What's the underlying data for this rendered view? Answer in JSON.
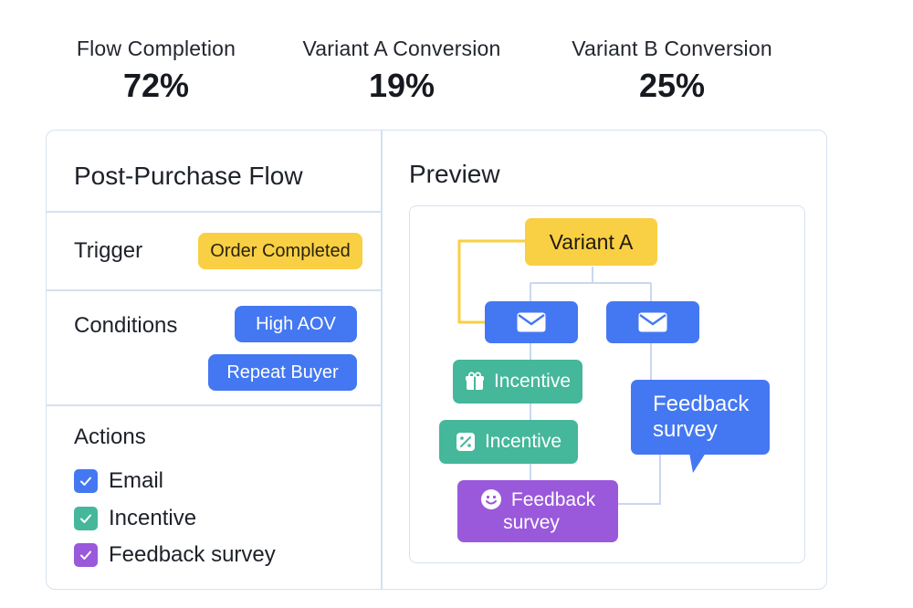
{
  "metrics": [
    {
      "label": "Flow Completion",
      "value": "72%"
    },
    {
      "label": "Variant A Conversion",
      "value": "19%"
    },
    {
      "label": "Variant B Conversion",
      "value": "25%"
    }
  ],
  "flow": {
    "title": "Post-Purchase Flow",
    "trigger": {
      "label": "Trigger",
      "chip": "Order Completed"
    },
    "conditions": {
      "label": "Conditions",
      "chips": [
        "High AOV",
        "Repeat Buyer"
      ]
    },
    "actions": {
      "label": "Actions",
      "items": [
        {
          "label": "Email",
          "color": "#4478f2",
          "checked": true
        },
        {
          "label": "Incentive",
          "color": "#45b79b",
          "checked": true
        },
        {
          "label": "Feedback survey",
          "color": "#9a58db",
          "checked": true
        }
      ]
    }
  },
  "preview": {
    "title": "Preview",
    "variant_node": "Variant A",
    "incentive_1": "Incentive",
    "incentive_2": "Incentive",
    "feedback_purple": {
      "line1": "Feedback",
      "line2": "survey"
    },
    "feedback_bubble": {
      "line1": "Feedback",
      "line2": "survey"
    },
    "icons": [
      "mail-icon",
      "mail-icon",
      "gift-icon",
      "percent-icon",
      "smile-icon"
    ]
  },
  "colors": {
    "accent_blue": "#4478f2",
    "accent_yellow": "#f9cf43",
    "accent_teal": "#45b79b",
    "accent_purple": "#9a58db",
    "border": "#d5e1f0"
  }
}
